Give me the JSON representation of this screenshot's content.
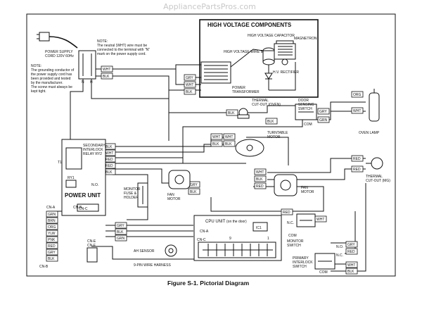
{
  "watermark": "AppliancePartsPros.com",
  "caption": "Figure S-1. Pictorial Diagram",
  "hv_title": "HIGH VOLTAGE COMPONENTS",
  "components": {
    "power_supply": "POWER SUPPLY",
    "power_supply_sub": "CORD 120V 60Hz",
    "note_top_1": "NOTE:",
    "note_top_2": "The neutral (WHT) wire must be",
    "note_top_3": "connected to the terminal with \"N\"",
    "note_top_4": "mark on the power supply cord.",
    "note_left_1": "NOTE:",
    "note_left_2": "The grounding conductor of",
    "note_left_3": "the power supply cord has",
    "note_left_4": "been provided and tested",
    "note_left_5": "by the manufacturer.",
    "note_left_6": "The screw must always be",
    "note_left_7": "kept tight.",
    "hv_wire": "HIGH VOLTAGE WIRE B",
    "hv_capacitor": "HIGH VOLTAGE CAPACITOR",
    "magnetron": "MAGNETRON",
    "hv_rectifier": "H.V. RECTIFIER",
    "power_transformer_1": "POWER",
    "power_transformer_2": "TRANSFORMER",
    "thermal_oven_1": "THERMAL",
    "thermal_oven_2": "CUT-OUT (OVEN)",
    "door_sensing_1": "DOOR",
    "door_sensing_2": "SENSING",
    "door_sensing_3": "SWITCH",
    "oven_lamp": "OVEN LAMP",
    "turntable_1": "TURNTABLE",
    "turntable_2": "MOTOR",
    "secondary_1": "SECONDARY",
    "secondary_2": "INTERLOCK",
    "secondary_3": "RELAY RY2",
    "power_unit": "POWER UNIT",
    "monitor_fuse_1": "MONITOR",
    "monitor_fuse_2": "FUSE &",
    "monitor_fuse_3": "HOLDER",
    "fan_motor_1": "FAN",
    "fan_motor_2": "MOTOR",
    "thermal_mg_1": "THERMAL",
    "thermal_mg_2": "CUT-OUT (MG)",
    "cpu_unit": "CPU UNIT",
    "cpu_unit_sub": "(on the door)",
    "ic1": "IC1",
    "ah_sensor": "AH SENSOR",
    "harness": "9-PIN WIRE HARNESS",
    "monitor_switch_1": "MONITOR",
    "monitor_switch_2": "SWITCH",
    "primary_1": "PRIMARY",
    "primary_2": "INTERLOCK",
    "primary_3": "SWITCH",
    "ry1": "RY1",
    "t1": "T1",
    "cn_a": "CN-A",
    "cn_b": "CN-B",
    "cn_c": "CN-C",
    "cn_e": "CN-E",
    "cn_f": "CN-F",
    "no": "N.O.",
    "nc": "N.C.",
    "com": "COM",
    "n_mark": "N",
    "h_mark": "H",
    "pin_9": "9",
    "pin_1": "1"
  },
  "wire_colors": {
    "wht": "WHT",
    "blk": "BLK",
    "red": "RED",
    "gry": "GRY",
    "org": "ORG",
    "grn": "GRN",
    "brn": "BRN",
    "ylw": "YLW",
    "pnk": "PNK"
  }
}
